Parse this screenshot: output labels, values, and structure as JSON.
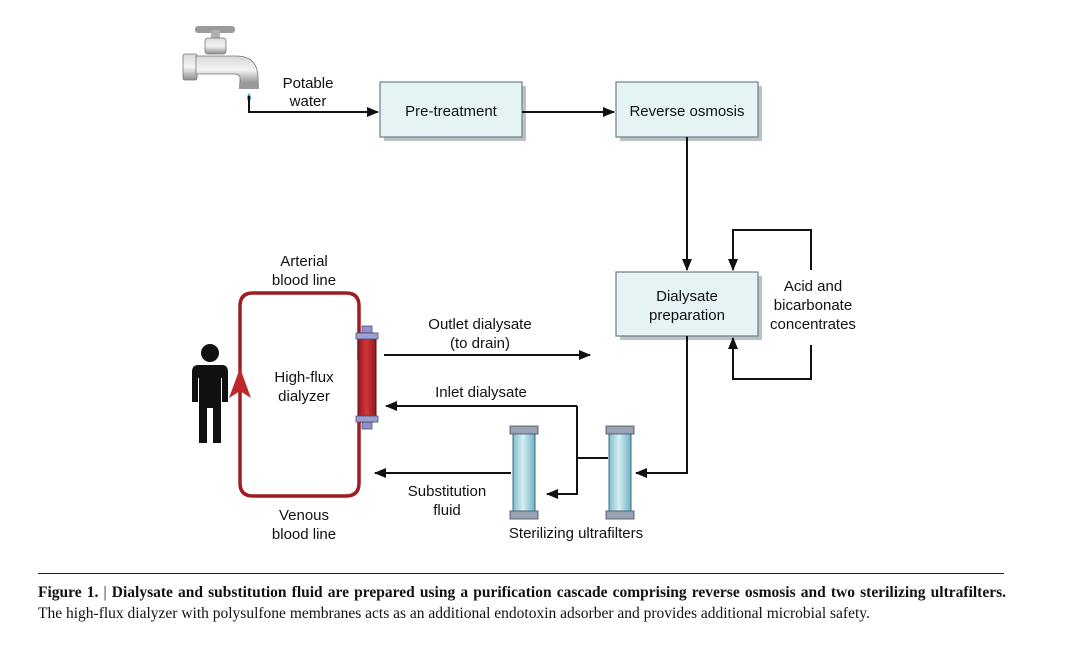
{
  "nodes": {
    "pretreatment": "Pre-treatment",
    "reverse_osmosis": "Reverse osmosis",
    "dialysate_prep_1": "Dialysate",
    "dialysate_prep_2": "preparation"
  },
  "labels": {
    "potable_1": "Potable",
    "potable_2": "water",
    "arterial_1": "Arterial",
    "arterial_2": "blood line",
    "venous_1": "Venous",
    "venous_2": "blood line",
    "dialyzer_1": "High-flux",
    "dialyzer_2": "dialyzer",
    "outlet_1": "Outlet dialysate",
    "outlet_2": "(to drain)",
    "inlet": "Inlet dialysate",
    "substitution_1": "Substitution",
    "substitution_2": "fluid",
    "concentrates_1": "Acid and",
    "concentrates_2": "bicarbonate",
    "concentrates_3": "concentrates",
    "ultrafilters": "Sterilizing ultrafilters"
  },
  "caption": {
    "prefix": "Figure 1.",
    "separator": " | ",
    "bold": "Dialysate and substitution fluid are prepared using a purification cascade comprising reverse osmosis and two sterilizing ultrafilters.",
    "text": " The high-flux dialyzer with polysulfone membranes acts as an additional endotoxin adsorber and provides additional microbial safety."
  },
  "colors": {
    "blood_line": "#9e1c22",
    "dialyzer": "#c0272d",
    "box_fill": "#e6f3f4",
    "filter": "#a9d6e3"
  }
}
